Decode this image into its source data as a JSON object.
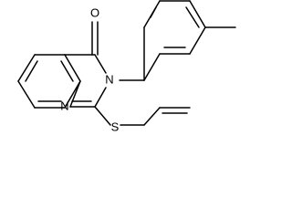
{
  "molecule": {
    "atoms": {
      "O": "O",
      "N3": "N",
      "N1": "N",
      "S": "S"
    }
  }
}
